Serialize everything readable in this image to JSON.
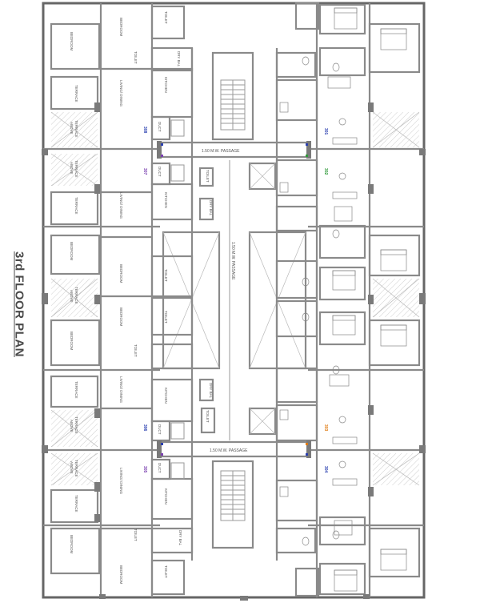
{
  "plan": {
    "title": "3rd FLOOR PLAN",
    "passage_label": "1.50 M.W. PASSAGE",
    "rooms": {
      "bedroom": "BEDROOM",
      "toilet": "TOILET",
      "terrace": "TERRACE",
      "living_dining": "LIVING/ DINING",
      "kitchen": "KITCHEN",
      "dry_bal": "DRY BAL",
      "duct": "DUCT",
      "above": "ABOVE"
    },
    "units": {
      "u301": "301",
      "u302": "302",
      "u303": "303",
      "u304": "304",
      "u305": "305",
      "u306": "306",
      "u307": "307",
      "u308": "308"
    },
    "colors": {
      "wall": "#8a8a8a",
      "wall_dark": "#555555",
      "text": "#555555",
      "unit_purple": "#7a3fb0",
      "unit_blue": "#2a3fb0",
      "unit_green": "#2f9a3a",
      "unit_orange": "#e07a10"
    }
  }
}
